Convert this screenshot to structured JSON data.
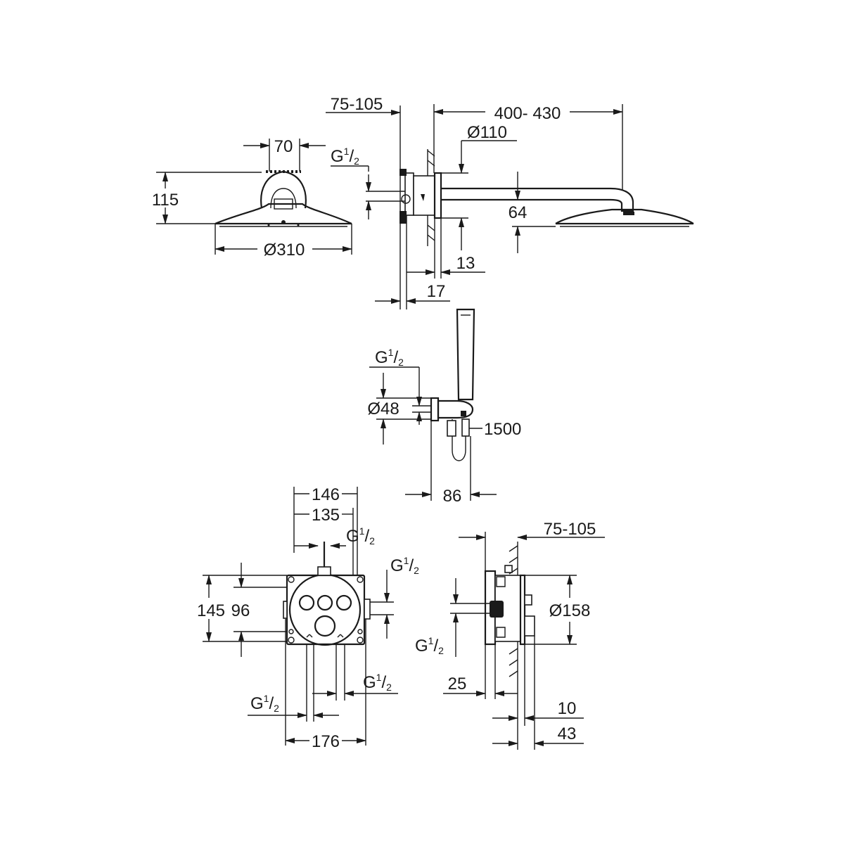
{
  "dimensions": {
    "head_width_70": "70",
    "head_height_115": "115",
    "head_diameter": "Ø310",
    "wall_depth_top": "75-105",
    "thread_label": "G",
    "thread_num": "1",
    "thread_den": "2",
    "arm_length": "400- 430",
    "flange_diameter": "Ø110",
    "drop_64": "64",
    "offset_13": "13",
    "offset_17": "17",
    "outlet_diameter": "Ø48",
    "hose_length": "1500",
    "projection_86": "86",
    "box_width_146": "146",
    "box_width_135": "135",
    "box_height_145": "145",
    "box_height_96": "96",
    "box_width_176": "176",
    "wall_depth_side": "75-105",
    "trim_diameter": "Ø158",
    "depth_25": "25",
    "depth_10": "10",
    "depth_43": "43"
  },
  "colors": {
    "line": "#1a1a1a",
    "background": "#ffffff"
  }
}
